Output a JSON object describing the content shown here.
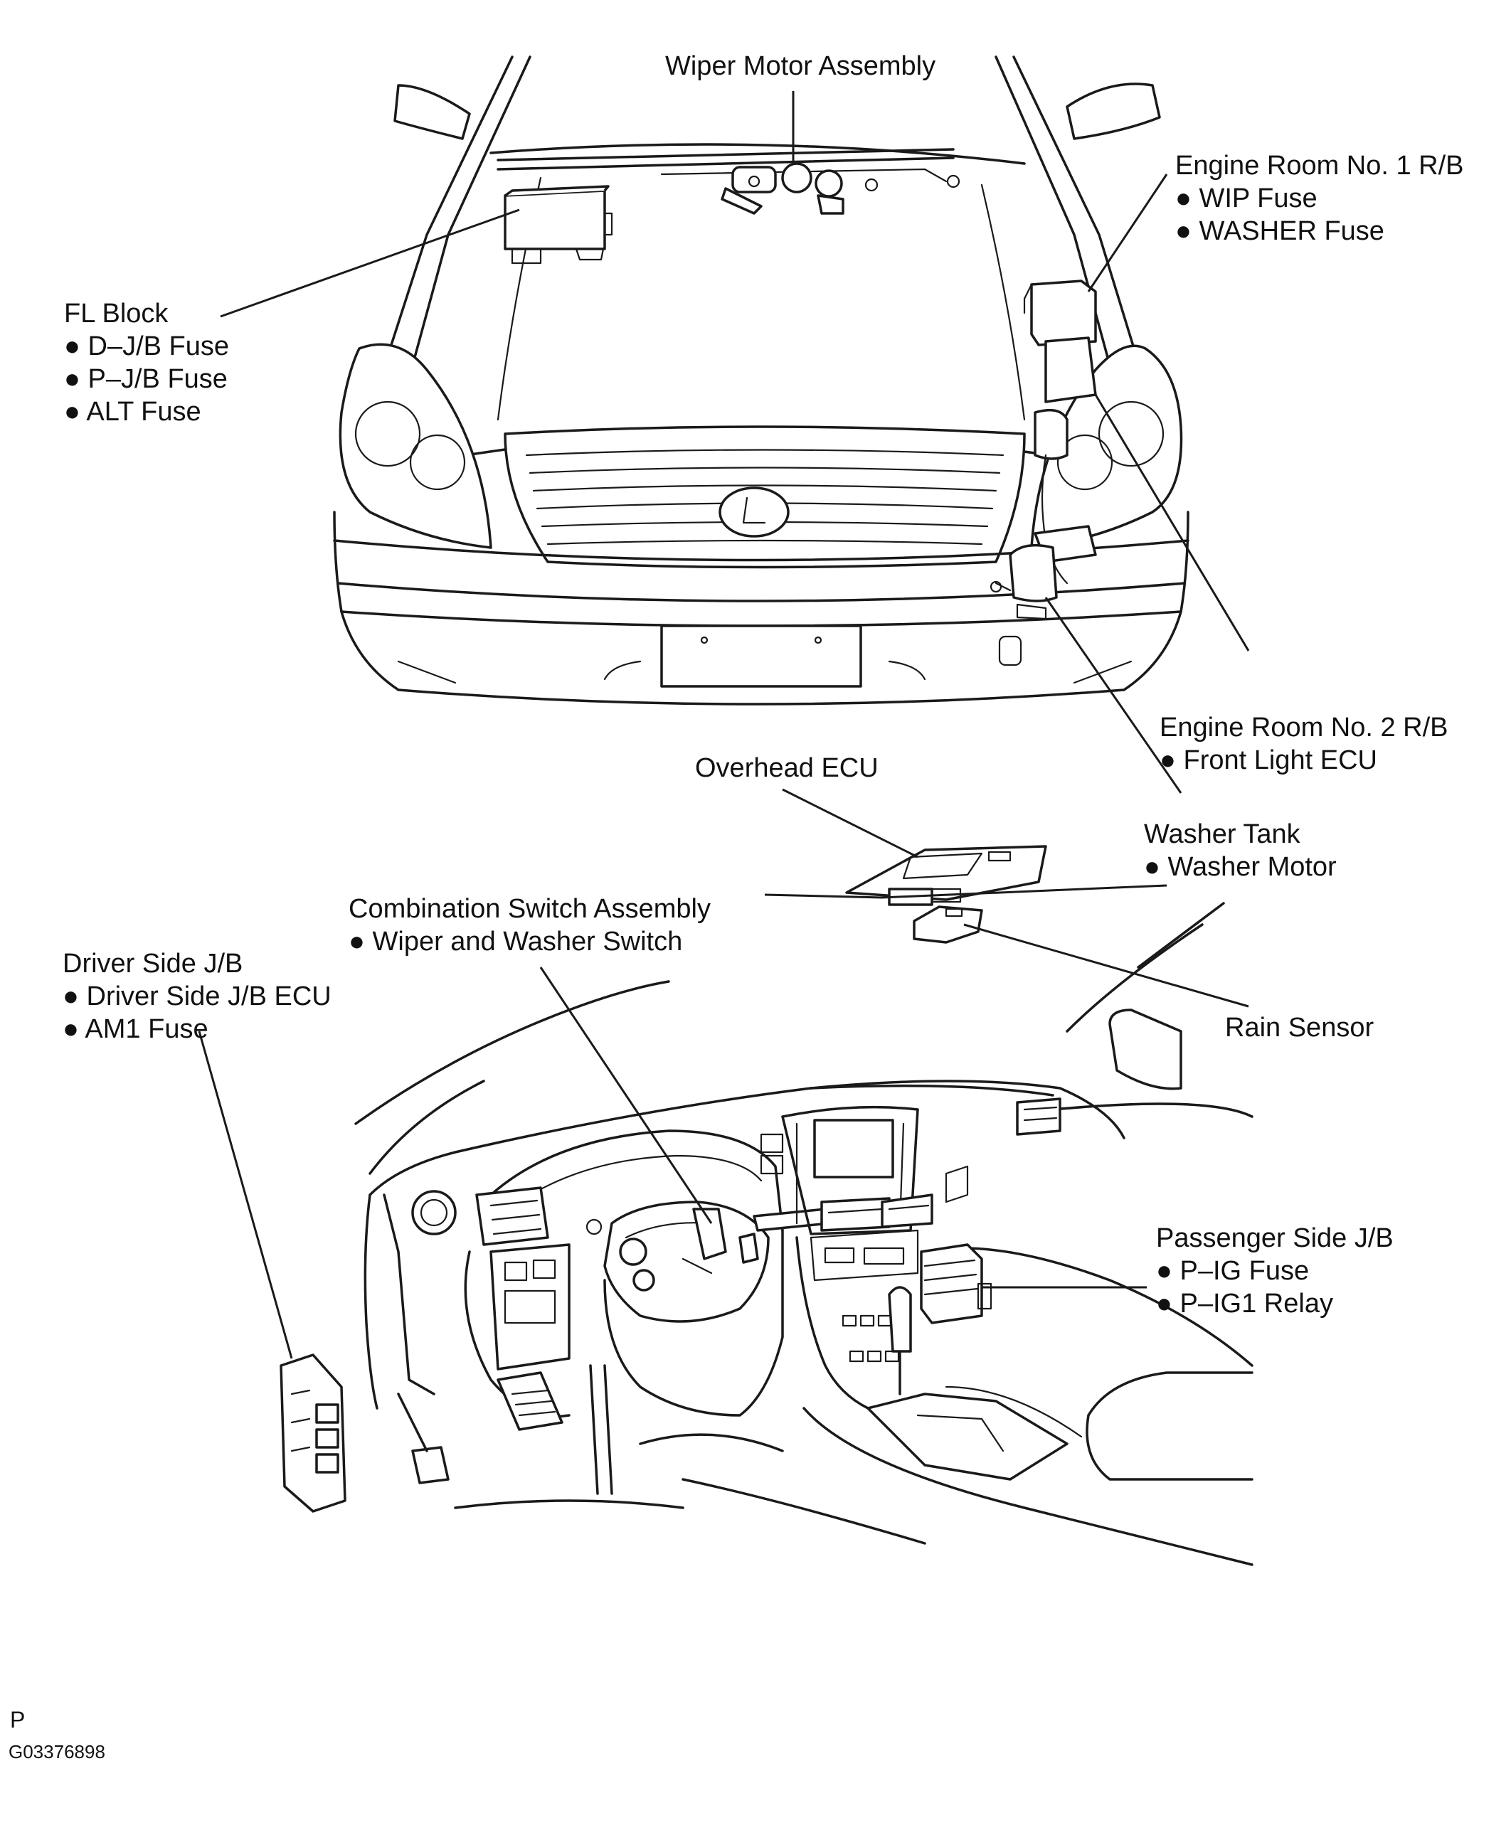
{
  "labels": {
    "wiper_motor": "Wiper Motor Assembly",
    "er1_title": "Engine Room No. 1 R/B",
    "er1_items": [
      "● WIP Fuse",
      "● WASHER Fuse"
    ],
    "fl_title": "FL Block",
    "fl_items": [
      "● D–J/B Fuse",
      "● P–J/B Fuse",
      "● ALT Fuse"
    ],
    "er2_title": "Engine Room No. 2 R/B",
    "er2_items": [
      "● Front Light ECU"
    ],
    "overhead_ecu": "Overhead ECU",
    "washer_tank_title": "Washer Tank",
    "washer_tank_items": [
      "● Washer Motor"
    ],
    "combo_title": "Combination Switch Assembly",
    "combo_items": [
      "● Wiper and Washer Switch"
    ],
    "driver_title": "Driver Side J/B",
    "driver_items": [
      "● Driver Side J/B ECU",
      "● AM1 Fuse"
    ],
    "rain_sensor": "Rain Sensor",
    "passenger_title": "Passenger Side J/B",
    "passenger_items": [
      "● P–IG Fuse",
      "● P–IG1 Relay"
    ]
  },
  "footer": {
    "letter": "P",
    "figure_code": "G03376898"
  }
}
